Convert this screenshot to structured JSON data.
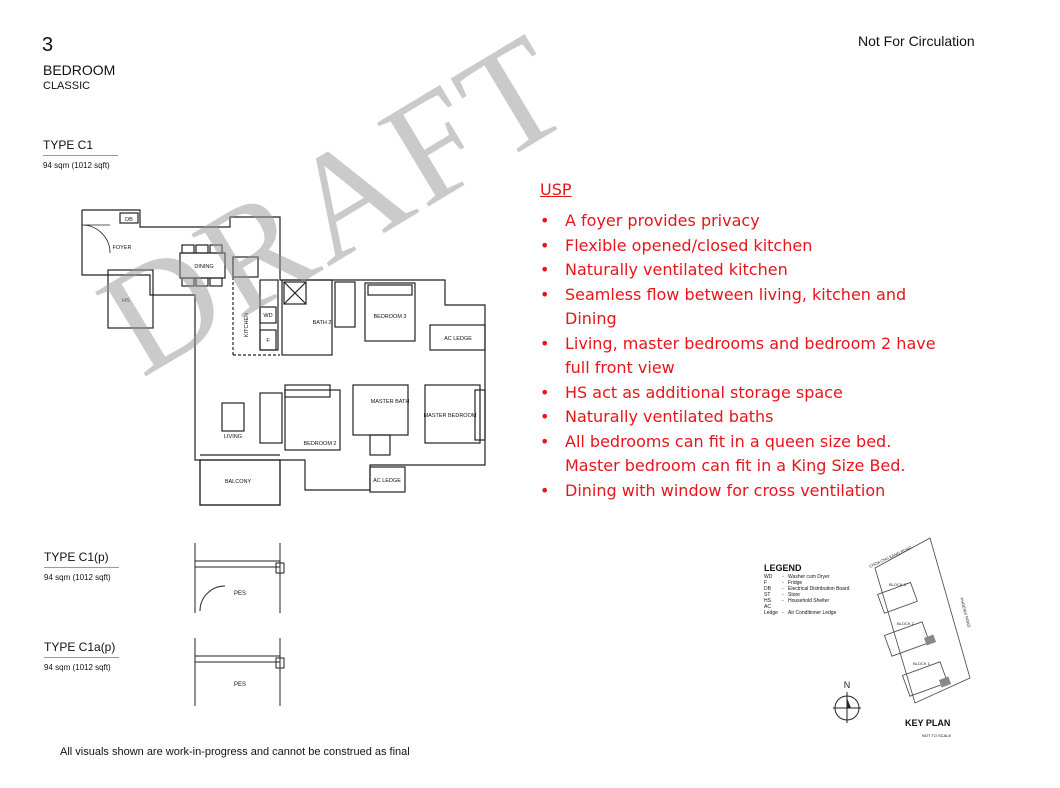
{
  "header": {
    "number": "3",
    "bedroom": "BEDROOM",
    "classic": "CLASSIC",
    "not_for_circulation": "Not For Circulation"
  },
  "types": [
    {
      "name": "TYPE C1",
      "area": "94 sqm  (1012  sqft)"
    },
    {
      "name": "TYPE C1(p)",
      "area": "94 sqm  (1012  sqft)"
    },
    {
      "name": "TYPE C1a(p)",
      "area": "94 sqm  (1012  sqft)"
    }
  ],
  "watermark": "DRAFT",
  "usp": {
    "title": "USP",
    "items": [
      "A foyer provides privacy",
      "Flexible opened/closed kitchen",
      "Naturally ventilated kitchen",
      "Seamless flow between living, kitchen and Dining",
      "Living, master bedrooms and bedroom 2 have full front view",
      "HS act as additional storage space",
      "Naturally ventilated baths",
      "All bedrooms can fit in a queen size bed. Master bedroom can fit in a King Size Bed.",
      "Dining with window for cross ventilation"
    ]
  },
  "plan_labels": {
    "db": "DB",
    "foyer": "FOYER",
    "dining": "DINING",
    "hs": "HS",
    "kitchen": "KITCHEN",
    "wd": "WD",
    "f": "F",
    "bath2": "BATH 2",
    "bedroom3": "BEDROOM  3",
    "ac_ledge": "AC  LEDGE",
    "master_bath": "MASTER BATH",
    "master_bedroom": "MASTER BEDROOM",
    "living": "LIVING",
    "bedroom2": "BEDROOM  2",
    "balcony": "BALCONY",
    "ac_ledge2": "AC LEDGE",
    "pes": "PES"
  },
  "legend": {
    "title": "LEGEND",
    "rows": [
      {
        "k": "WD",
        "d": "Washer cum Dryer"
      },
      {
        "k": "F",
        "d": "Fridge"
      },
      {
        "k": "DB",
        "d": "Electrical Distribution Board"
      },
      {
        "k": "ST",
        "d": "Store"
      },
      {
        "k": "HS",
        "d": "Household Shelter"
      },
      {
        "k": "AC Ledge",
        "d": "Air Conditioner Ledge"
      }
    ]
  },
  "keyplan": {
    "north": "N",
    "title": "KEY PLAN",
    "subtitle": "NOT TO SCALE",
    "road1": "CHOA CHU KANG ROAD",
    "road2": "PHOENIX ROAD",
    "blocks": [
      "BLOCK 3",
      "BLOCK 2",
      "BLOCK 1"
    ]
  },
  "footer": "All visuals shown are work-in-progress and cannot be construed as final"
}
